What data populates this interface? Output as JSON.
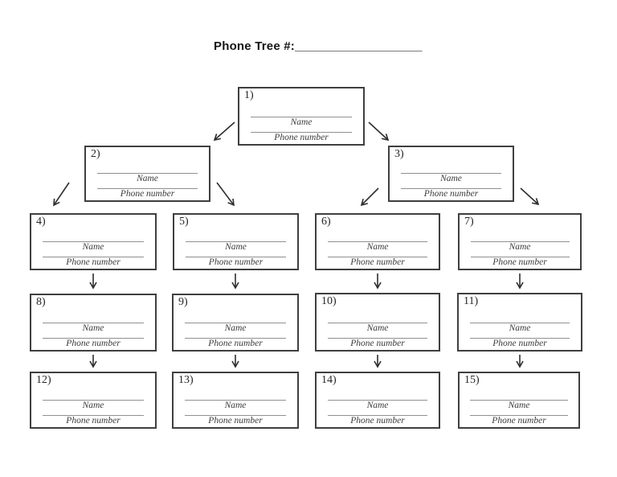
{
  "page": {
    "title_label": "Phone Tree #:",
    "title_blank": "___________________"
  },
  "field_labels": {
    "name": "Name",
    "phone": "Phone number"
  },
  "nodes": [
    {
      "label": "1)"
    },
    {
      "label": "2)"
    },
    {
      "label": "3)"
    },
    {
      "label": "4)"
    },
    {
      "label": "5)"
    },
    {
      "label": "6)"
    },
    {
      "label": "7)"
    },
    {
      "label": "8)"
    },
    {
      "label": "9)"
    },
    {
      "label": "10)"
    },
    {
      "label": "11)"
    },
    {
      "label": "12)"
    },
    {
      "label": "13)"
    },
    {
      "label": "14)"
    },
    {
      "label": "15)"
    }
  ],
  "structure": {
    "type": "tree",
    "edges": [
      [
        1,
        2
      ],
      [
        1,
        3
      ],
      [
        2,
        4
      ],
      [
        2,
        5
      ],
      [
        3,
        6
      ],
      [
        3,
        7
      ],
      [
        4,
        8
      ],
      [
        5,
        9
      ],
      [
        6,
        10
      ],
      [
        7,
        11
      ],
      [
        8,
        12
      ],
      [
        9,
        13
      ],
      [
        10,
        14
      ],
      [
        11,
        15
      ]
    ]
  },
  "colors": {
    "background": "#ffffff",
    "box_border": "#3f3f3f",
    "field_line": "#909090",
    "text": "#1f1f1f",
    "arrow": "#2e2e2e"
  }
}
